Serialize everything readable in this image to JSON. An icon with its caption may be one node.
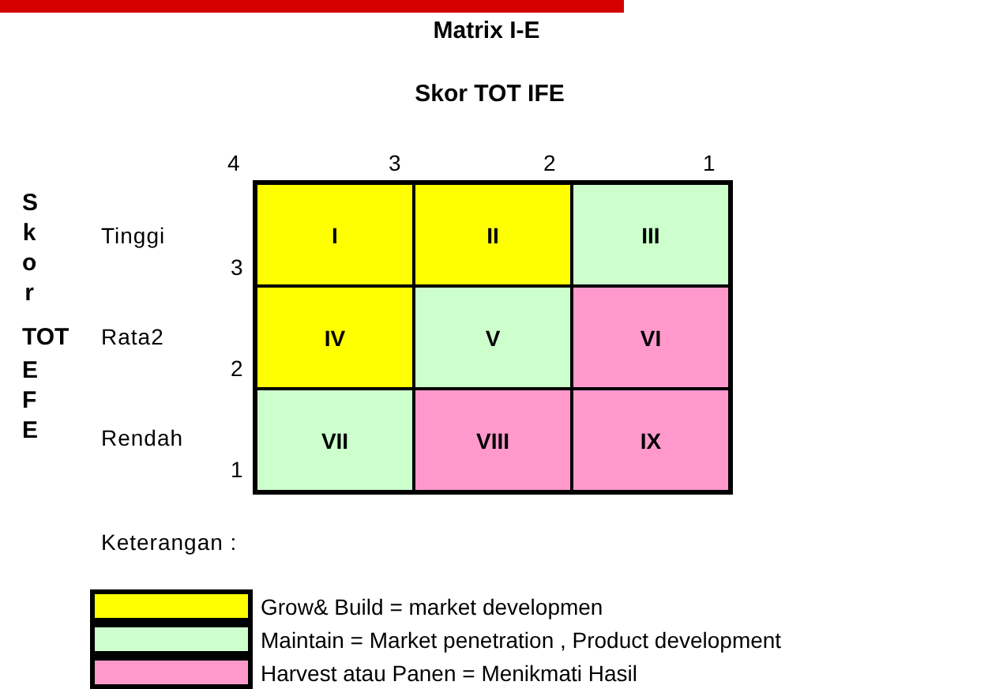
{
  "diagram": {
    "title": "Matrix I-E",
    "nodes": [
      {
        "text": [
          "I"
        ]
      },
      {
        "text": [
          "II"
        ]
      },
      {
        "text": [
          "III"
        ]
      },
      {
        "text": [
          "IV"
        ]
      },
      {
        "text": [
          "V"
        ]
      },
      {
        "text": [
          "VI"
        ]
      },
      {
        "text": [
          "VII"
        ]
      },
      {
        "text": [
          "VIII"
        ]
      },
      {
        "text": [
          "IX"
        ]
      }
    ],
    "labels": [
      "Skor TOT IFE",
      "4",
      "3",
      "2",
      "1",
      "Skor",
      "Tinggi",
      "3",
      "TOT",
      "Rata2",
      "2",
      "EFE",
      "Rendah",
      "1",
      "Keterangan :"
    ],
    "legend": [
      {
        "text": "Grow& Build = market developmen",
        "color": "#ffff00"
      },
      {
        "text": "Maintain = Market penetration , Product development",
        "color": "#ccffcc"
      },
      {
        "text": "Harvest atau Panen = Menikmati Hasil",
        "color": "#ff99cc"
      }
    ]
  }
}
